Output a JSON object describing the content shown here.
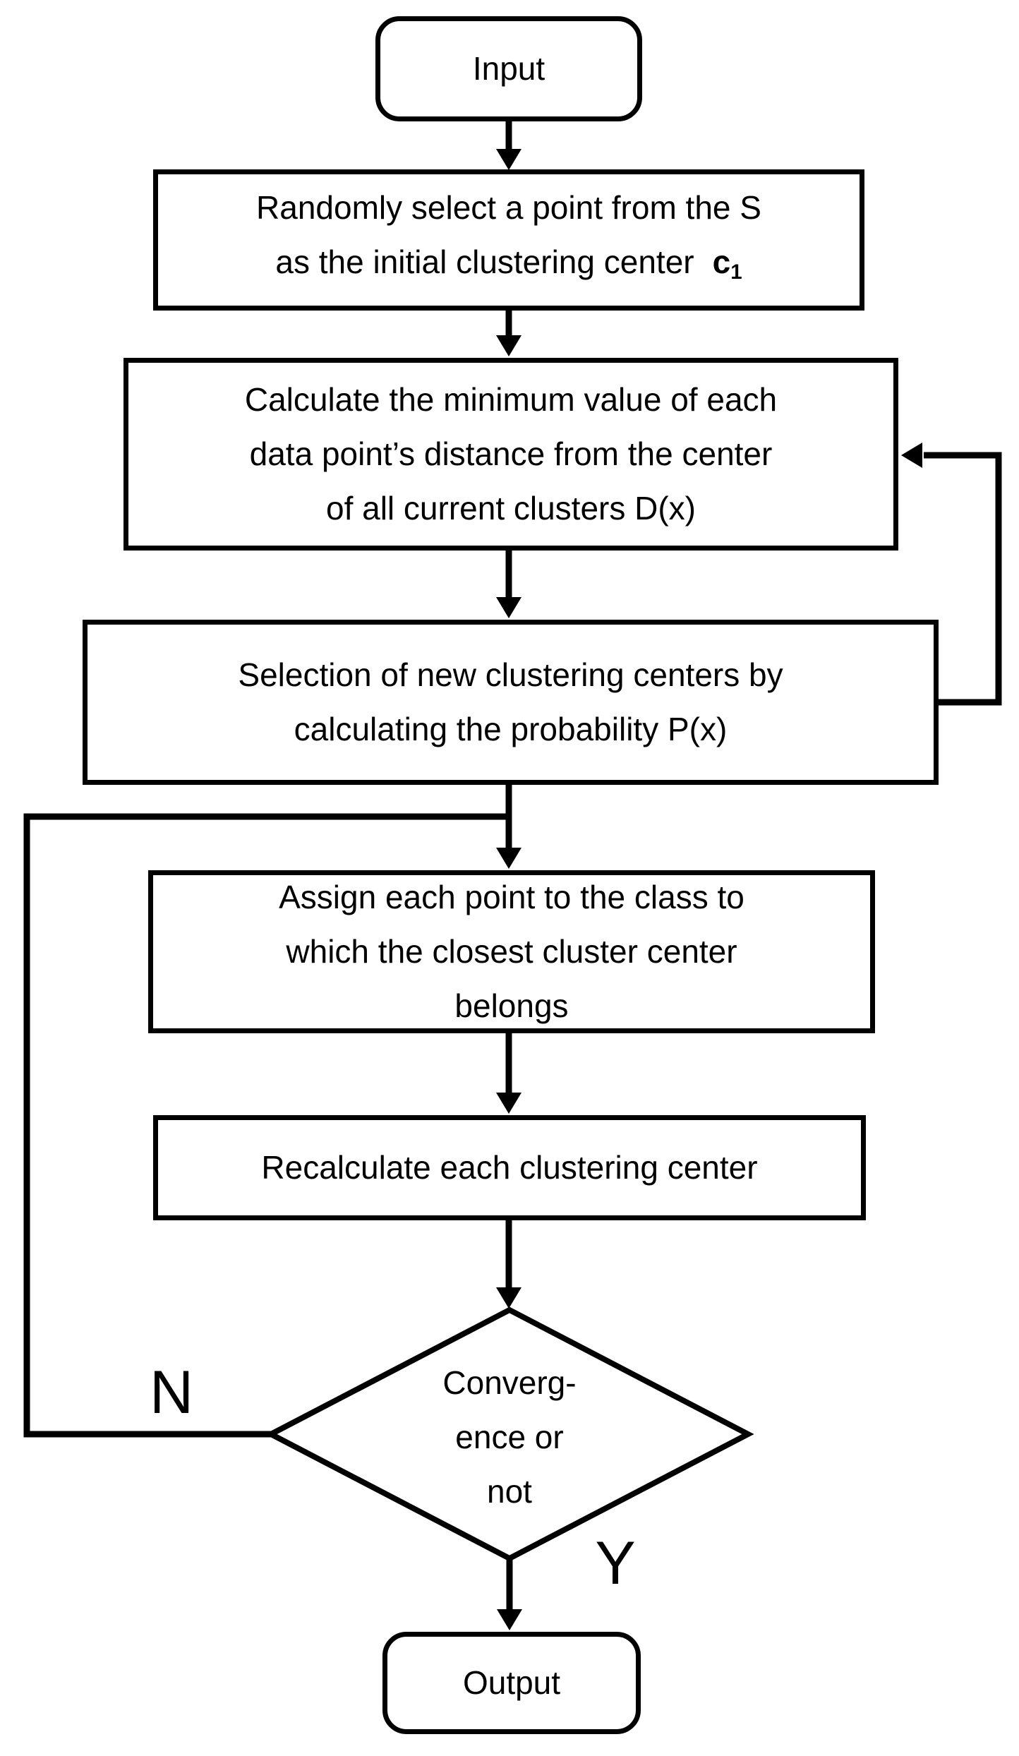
{
  "flowchart": {
    "background_color": "#ffffff",
    "line_color": "#000000",
    "text_color": "#000000",
    "nodes": {
      "input": {
        "label": "Input"
      },
      "select_initial_center": {
        "line1": "Randomly select a point from the S",
        "line2": "as the initial clustering center",
        "variable": "c",
        "variable_subscript": "1"
      },
      "calc_min_distance": {
        "line1": "Calculate the minimum value of each",
        "line2": "data point’s distance from the center",
        "line3": "of all current clusters D(x)"
      },
      "select_new_centers": {
        "line1": "Selection of new clustering centers by",
        "line2": "calculating the probability P(x)"
      },
      "assign_points": {
        "line1": "Assign each point to the class to",
        "line2": "which the closest cluster center",
        "line3": "belongs"
      },
      "recalculate_centers": {
        "label": "Recalculate each clustering center"
      },
      "convergence_decision": {
        "line1": "Converg-",
        "line2": "ence or",
        "line3": "not"
      },
      "output": {
        "label": "Output"
      }
    },
    "branch_labels": {
      "no": "N",
      "yes": "Y"
    }
  }
}
